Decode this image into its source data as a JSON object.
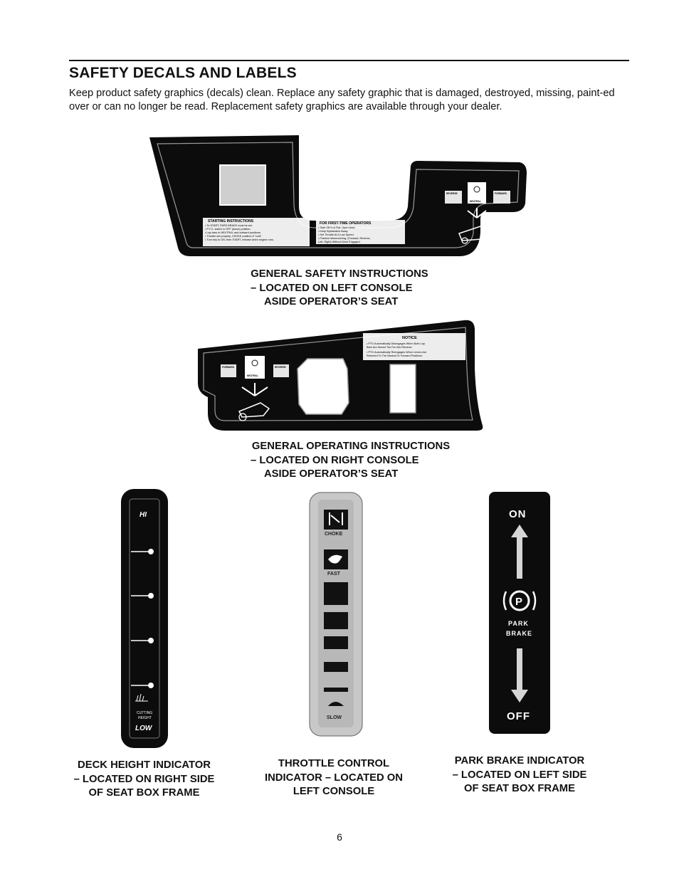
{
  "heading": "SAFETY DECALS AND LABELS",
  "intro": "Keep product safety graphics (decals) clean. Replace any safety graphic that is damaged, destroyed, missing, paint-ed over or can no longer be read. Replacement safety graphics are available through your dealer.",
  "decals": {
    "left_console": {
      "starting_title": "STARTING INSTRUCTIONS",
      "starting_lines": [
        "• To START, PARK BRAKE must be set.",
        "• P.T.O. switch in OFF (down) position.",
        "• Lap bars in NEUTRAL and outward positions.",
        "• Throttle set properly, CHOKE position if \"cold\".",
        "• Turn key to ON, then START, release when engine runs."
      ],
      "first_time_title": "FOR FIRST-TIME OPERATORS",
      "first_time_lines": [
        "• Start Off In A Flat, Open Area.",
        "• Keep Bystanders Away.",
        "• Set Throttle At A Low Speed.",
        "• Practice Maneuvering, (Forward, Reverse,",
        "  Left, Right) Without Deck Engaged."
      ],
      "reverse": "REVERSE",
      "forward": "FORWARD",
      "neutral": "NEUTRAL"
    },
    "right_console": {
      "notice_title": "NOTICE",
      "notice_lines": [
        "• PTO Automatically Disengages When Both Lap",
        "  Bars Are Moved Too Far Into Reverse.",
        "• PTO Automatically Reengages When Levers Are",
        "  Returned To The Neutral Or Forward Positions."
      ],
      "forward": "FORWARD",
      "reverse": "REVERSE",
      "neutral": "NEUTRAL"
    },
    "deck_height": {
      "hi": "HI",
      "low": "LOW",
      "cutting": "CUTTING",
      "height": "HEIGHT"
    },
    "throttle": {
      "choke": "CHOKE",
      "fast": "FAST",
      "slow": "SLOW"
    },
    "park_brake": {
      "on": "ON",
      "p": "P",
      "park": "PARK",
      "brake": "BRAKE",
      "off": "OFF"
    }
  },
  "captions": {
    "general_safety": [
      "GENERAL SAFETY INSTRUCTIONS",
      "– LOCATED ON LEFT CONSOLE",
      "ASIDE OPERATOR’S SEAT"
    ],
    "general_operating": [
      "GENERAL OPERATING INSTRUCTIONS",
      "– LOCATED ON RIGHT CONSOLE",
      "ASIDE OPERATOR’S SEAT"
    ],
    "deck_height": [
      "DECK HEIGHT INDICATOR",
      "– LOCATED ON RIGHT SIDE",
      "OF SEAT BOX FRAME"
    ],
    "throttle": [
      "THROTTLE CONTROL",
      "INDICATOR – LOCATED ON",
      "LEFT CONSOLE"
    ],
    "park_brake": [
      "PARK BRAKE INDICATOR",
      "– LOCATED ON LEFT SIDE",
      "OF SEAT BOX FRAME"
    ]
  },
  "page_number": "6"
}
